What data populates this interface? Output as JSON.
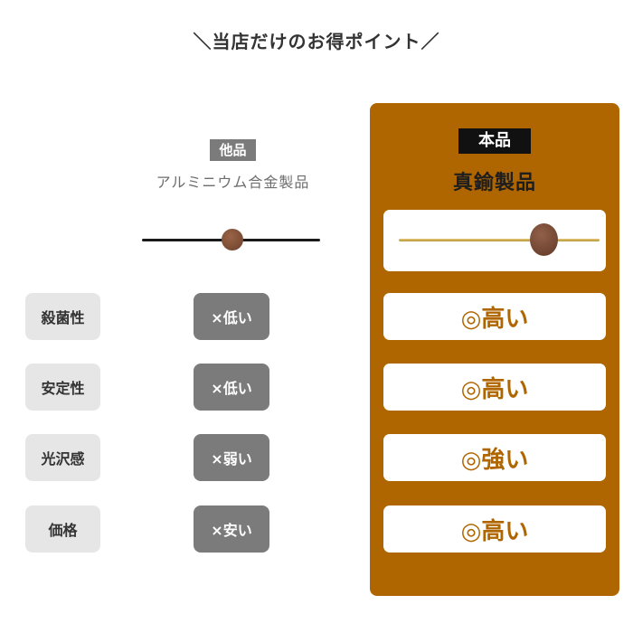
{
  "header": {
    "title": "＼当店だけのお得ポイント／"
  },
  "other_product": {
    "badge": "他品",
    "material": "アルミニウム合金製品"
  },
  "our_product": {
    "badge": "本品",
    "material": "真鍮製品"
  },
  "rows": [
    {
      "label": "殺菌性",
      "other": "×低い",
      "ours": "◎高い"
    },
    {
      "label": "安定性",
      "other": "×低い",
      "ours": "◎高い"
    },
    {
      "label": "光沢感",
      "other": "×弱い",
      "ours": "◎強い"
    },
    {
      "label": "価格",
      "other": "×安い",
      "ours": "◎高い"
    }
  ],
  "colors": {
    "accent": "#b06600",
    "label_bg": "#e6e6e6",
    "bad_bg": "#7b7b7b",
    "stick_black": "#1a1a1a",
    "stick_brass": "#c9a94a",
    "wood": "#7a4a33"
  }
}
